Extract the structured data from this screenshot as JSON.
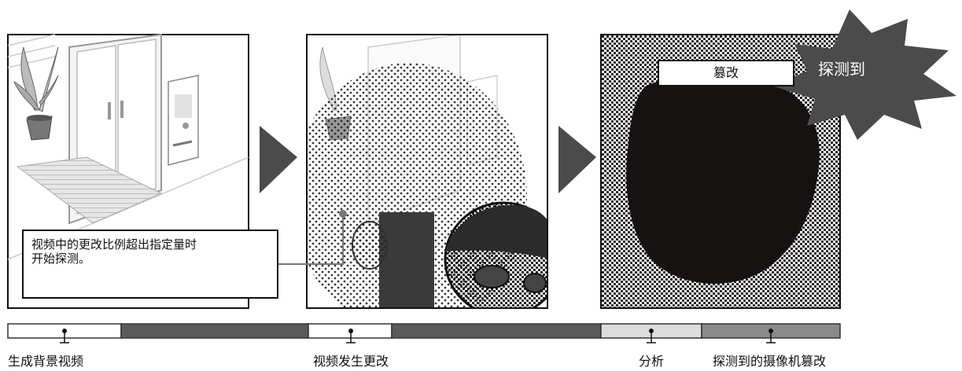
{
  "panels": {
    "callout_lines": [
      "视频中的更改比例超出指定量时",
      "开始探测。"
    ],
    "tamper_label": "篡改",
    "burst_text": "探测到"
  },
  "timeline": {
    "labels": [
      "生成背景视频",
      "视频发生更改",
      "分析",
      "探测到的摄像机篡改"
    ]
  },
  "colors": {
    "dark_bar": "#5a5a5a",
    "light_bar": "#dcdcdc",
    "mid_bar": "#8a8a8a",
    "burst": "#4b4b4b",
    "outline": "#111111"
  }
}
